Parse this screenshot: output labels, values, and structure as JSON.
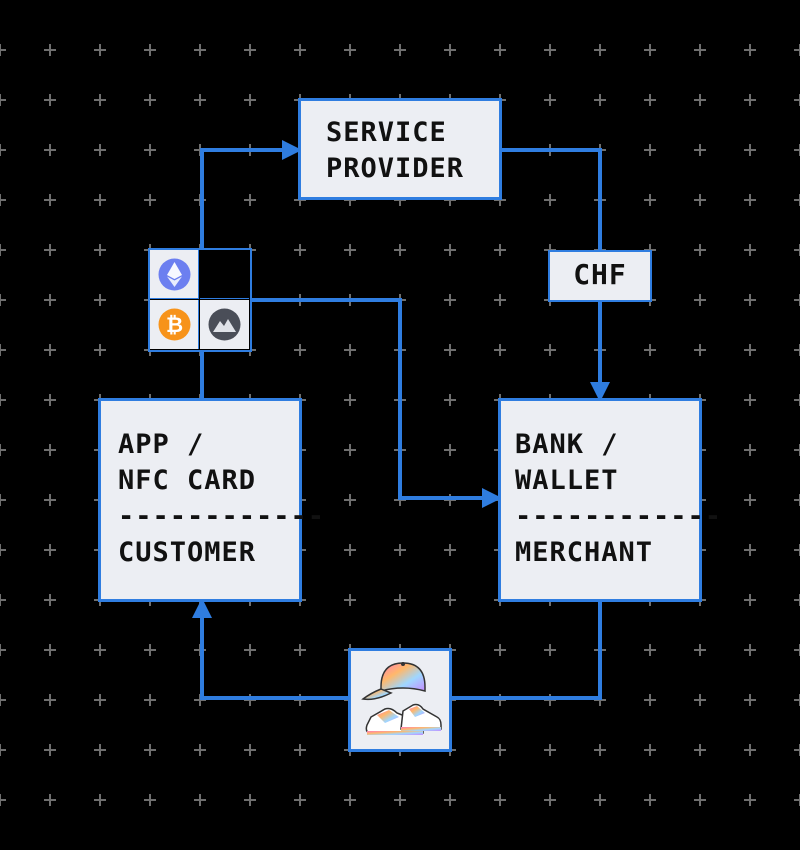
{
  "diagram": {
    "service_provider": {
      "lines": [
        "SERVICE",
        "PROVIDER"
      ]
    },
    "customer": {
      "lines": [
        "APP /",
        "NFC CARD",
        "------------",
        "CUSTOMER"
      ]
    },
    "merchant": {
      "lines": [
        "BANK /",
        "WALLET",
        "------------",
        "MERCHANT"
      ]
    },
    "currency_label": "CHF",
    "crypto_icons": [
      "ethereum-icon",
      "bitcoin-icon",
      "mountain-coin-icon"
    ],
    "goods_icons": [
      "cap-icon",
      "sneakers-icon"
    ]
  },
  "colors": {
    "background": "#000000",
    "box_fill": "#eceef3",
    "accent_blue": "#2f7de0",
    "grid_marks": "#6e6e6e"
  }
}
